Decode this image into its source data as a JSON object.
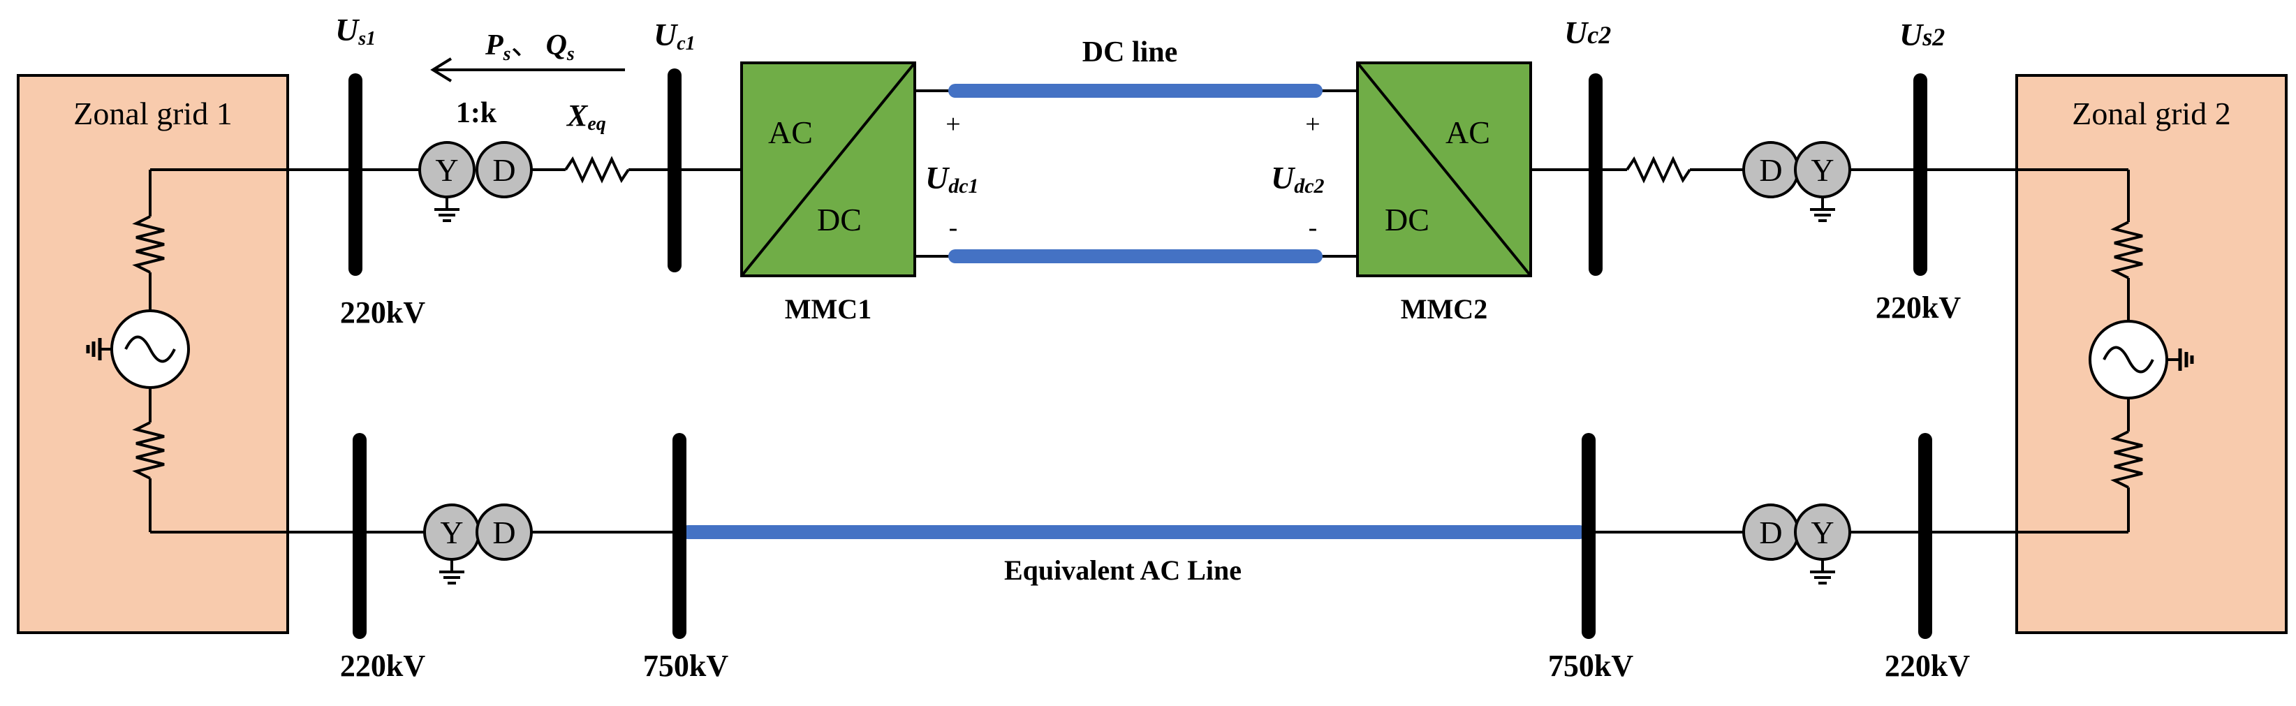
{
  "zones": {
    "zone1": {
      "label": "Zonal grid 1"
    },
    "zone2": {
      "label": "Zonal grid 2"
    }
  },
  "buses": {
    "us1": {
      "main": "U",
      "sub": "s1"
    },
    "uc1": {
      "main": "U",
      "sub": "c1"
    },
    "uc2": {
      "main": "U",
      "sub": "c2"
    },
    "us2": {
      "main": "U",
      "sub": "s2"
    }
  },
  "power_flow": {
    "p": "P",
    "p_sub": "s",
    "sep": "、",
    "q": "Q",
    "q_sub": "s"
  },
  "transformer_ratio": "1:k",
  "reactance": {
    "main": "X",
    "sub": "eq"
  },
  "converters": {
    "mmc1": {
      "name": "MMC1",
      "ac": "AC",
      "dc": "DC"
    },
    "mmc2": {
      "name": "MMC2",
      "ac": "AC",
      "dc": "DC"
    }
  },
  "dc_line_label": "DC line",
  "dc_voltages": {
    "udc1": {
      "main": "U",
      "sub": "dc1"
    },
    "udc2": {
      "main": "U",
      "sub": "dc2"
    }
  },
  "polarity": {
    "plus": "+",
    "minus": "-"
  },
  "transformer_windings": {
    "y": "Y",
    "d": "D"
  },
  "voltage_levels": {
    "top_left": "220kV",
    "top_right": "220kV",
    "bottom_left_220": "220kV",
    "bottom_left_750": "750kV",
    "bottom_right_750": "750kV",
    "bottom_right_220": "220kV"
  },
  "ac_line_label": "Equivalent AC Line",
  "colors": {
    "zone_fill": "#F8CBAD",
    "converter_fill": "#70AD47",
    "line_blue": "#4472C4",
    "transformer_fill": "#BFBFBF"
  }
}
